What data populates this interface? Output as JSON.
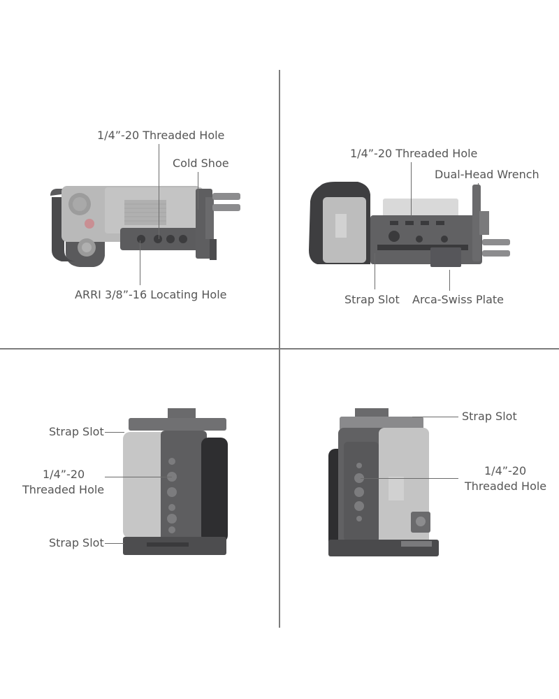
{
  "panels": {
    "top_left": {
      "threaded_hole": "1/4”-20 Threaded Hole",
      "cold_shoe": "Cold Shoe",
      "arri_hole": "ARRI 3/8”-16 Locating Hole"
    },
    "top_right": {
      "threaded_hole": "1/4”-20 Threaded Hole",
      "wrench": "Dual-Head Wrench",
      "strap_slot": "Strap Slot",
      "arca_plate": "Arca-Swiss Plate"
    },
    "bottom_left": {
      "strap_slot_top": "Strap Slot",
      "threaded_line1": "1/4”-20",
      "threaded_line2": "Threaded Hole",
      "strap_slot_bottom": "Strap Slot"
    },
    "bottom_right": {
      "strap_slot": "Strap Slot",
      "threaded_line1": "1/4”-20",
      "threaded_line2": "Threaded Hole"
    }
  }
}
